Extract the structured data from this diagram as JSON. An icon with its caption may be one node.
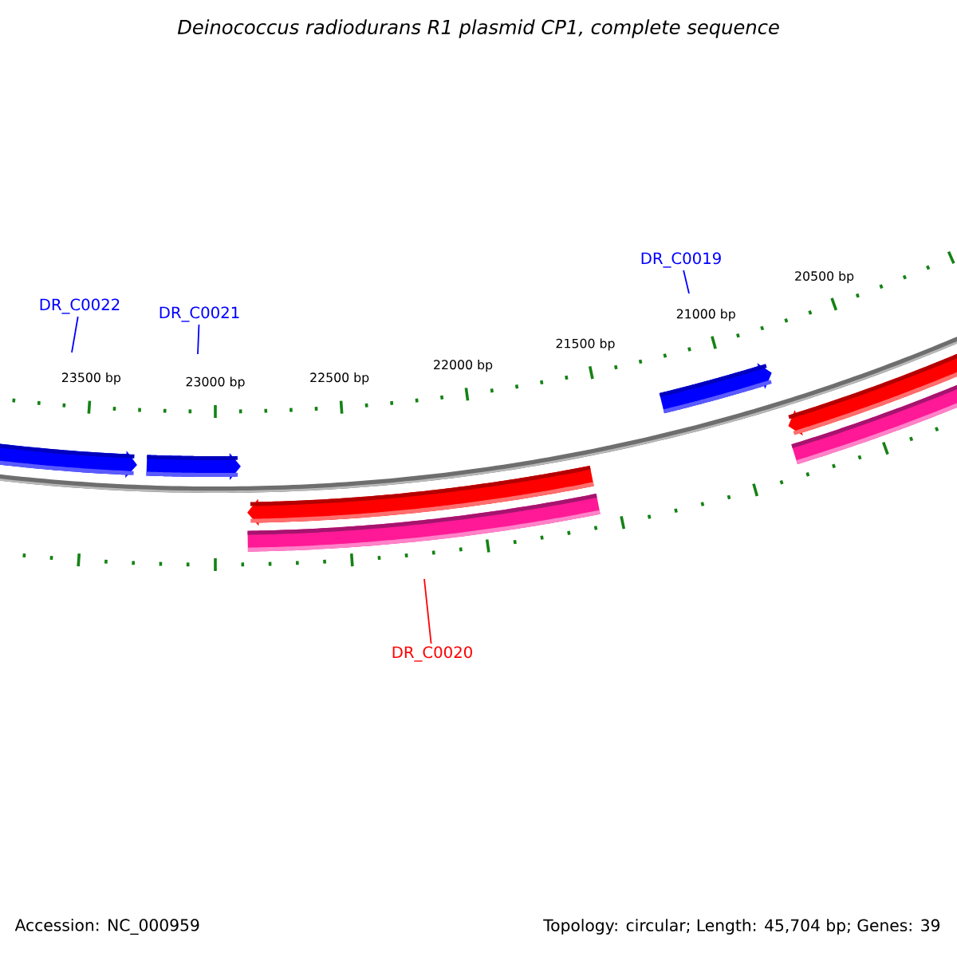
{
  "diagram": {
    "title": "Deinococcus radiodurans R1 plasmid CP1, complete sequence",
    "nodes": [
      {
        "text": [
          "DR_C0022"
        ]
      },
      {
        "text": [
          "DR_C0021"
        ]
      },
      {
        "text": [
          "DR_C0019"
        ]
      },
      {
        "text": [
          "DR_C0020"
        ]
      }
    ],
    "edges": [
      {
        "from": 0,
        "to": null,
        "arrow": "none"
      },
      {
        "from": 1,
        "to": null,
        "arrow": "none"
      },
      {
        "from": 2,
        "to": null,
        "arrow": "none"
      },
      {
        "from": 3,
        "to": null,
        "arrow": "none",
        "color": "#ff0000"
      }
    ],
    "labels": [
      "23500 bp",
      "23000 bp",
      "22500 bp",
      "22000 bp",
      "21500 bp",
      "21000 bp",
      "20500 bp",
      "Accession: NC_000959",
      "Topology: circular; Length: 45,704 bp; Genes: 39"
    ]
  }
}
